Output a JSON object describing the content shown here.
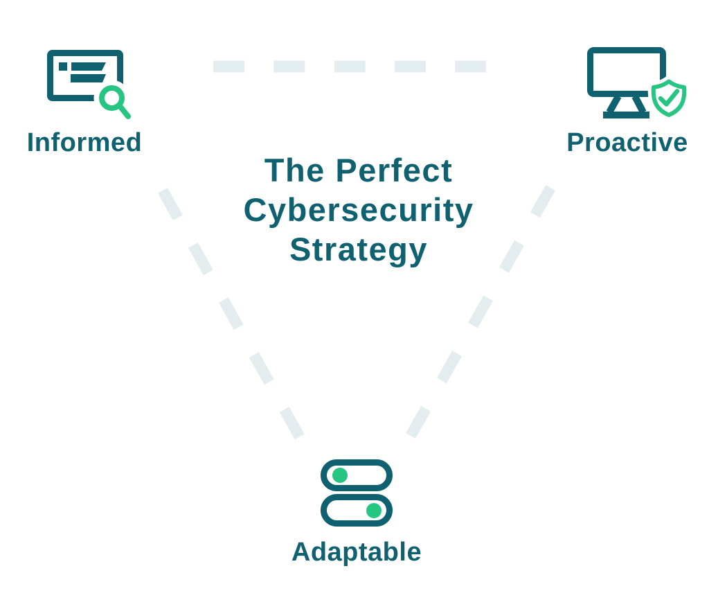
{
  "title": {
    "full": "The Perfect Cybersecurity Strategy",
    "lines": [
      "The Perfect",
      "Cybersecurity",
      "Strategy"
    ]
  },
  "nodes": [
    {
      "id": "informed",
      "label": "Informed",
      "icon": "report-magnifier-icon"
    },
    {
      "id": "proactive",
      "label": "Proactive",
      "icon": "monitor-shield-check-icon"
    },
    {
      "id": "adaptable",
      "label": "Adaptable",
      "icon": "toggle-switches-icon"
    }
  ],
  "colors": {
    "teal": "#0f616f",
    "green": "#26c581",
    "dash": "#e3edf0",
    "background": "#ffffff"
  }
}
